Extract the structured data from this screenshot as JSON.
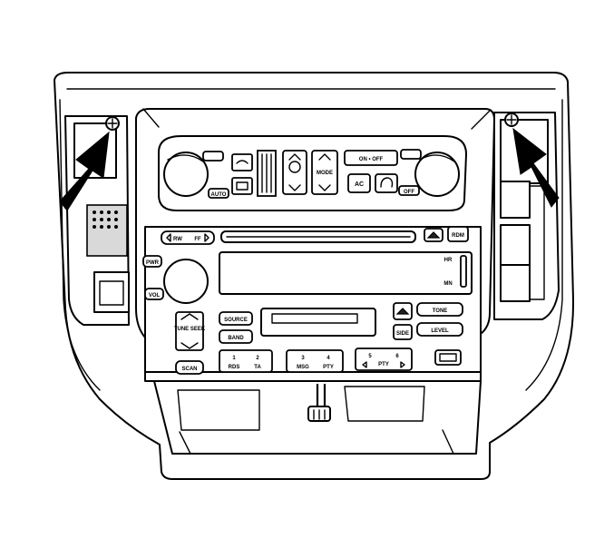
{
  "labels": {
    "climate": {
      "on_off": "ON • OFF",
      "mode": "MODE",
      "ac": "AC",
      "auto": "AUTO",
      "off": "OFF"
    },
    "radio": {
      "rw": "RW",
      "ff": "FF",
      "rdm": "RDM",
      "pwr": "PWR",
      "vol": "VOL",
      "hr": "HR",
      "mn": "MN",
      "tune_seek": "TUNE SEEK",
      "source": "SOURCE",
      "band": "BAND",
      "scan": "SCAN",
      "side": "SIDE",
      "tone": "TONE",
      "level": "LEVEL",
      "preset_1": "1",
      "preset_2": "2",
      "preset_3": "3",
      "preset_4": "4",
      "preset_5": "5",
      "preset_6": "6",
      "rds": "RDS",
      "ta": "TA",
      "msg": "MSG",
      "pty_1": "PTY",
      "pty_2": "PTY"
    }
  }
}
